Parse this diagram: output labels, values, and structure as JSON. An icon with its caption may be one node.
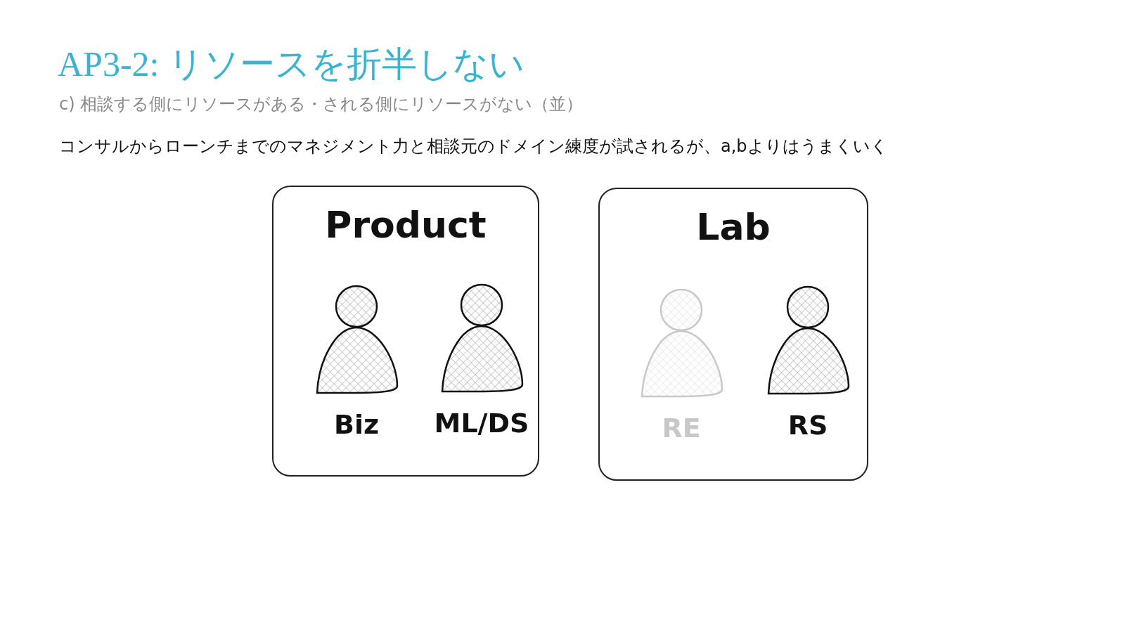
{
  "diagram": {
    "title": "AP3-2: リソースを折半しない",
    "nodes": [
      {
        "text": [
          "Product"
        ]
      },
      {
        "text": [
          "Biz"
        ],
        "in": 0
      },
      {
        "text": [
          "ML/DS"
        ],
        "in": 0
      },
      {
        "text": [
          "Lab"
        ]
      },
      {
        "text": [
          "RE"
        ],
        "in": 3
      },
      {
        "text": [
          "RS"
        ],
        "in": 3
      }
    ],
    "labels": [
      "c) 相談する側にリソースがある・される側にリソースがない（並）",
      "コンサルからローンチまでのマネジメント力と相談元のドメイン練度が試されるが、a,bよりはうまくいく"
    ]
  }
}
